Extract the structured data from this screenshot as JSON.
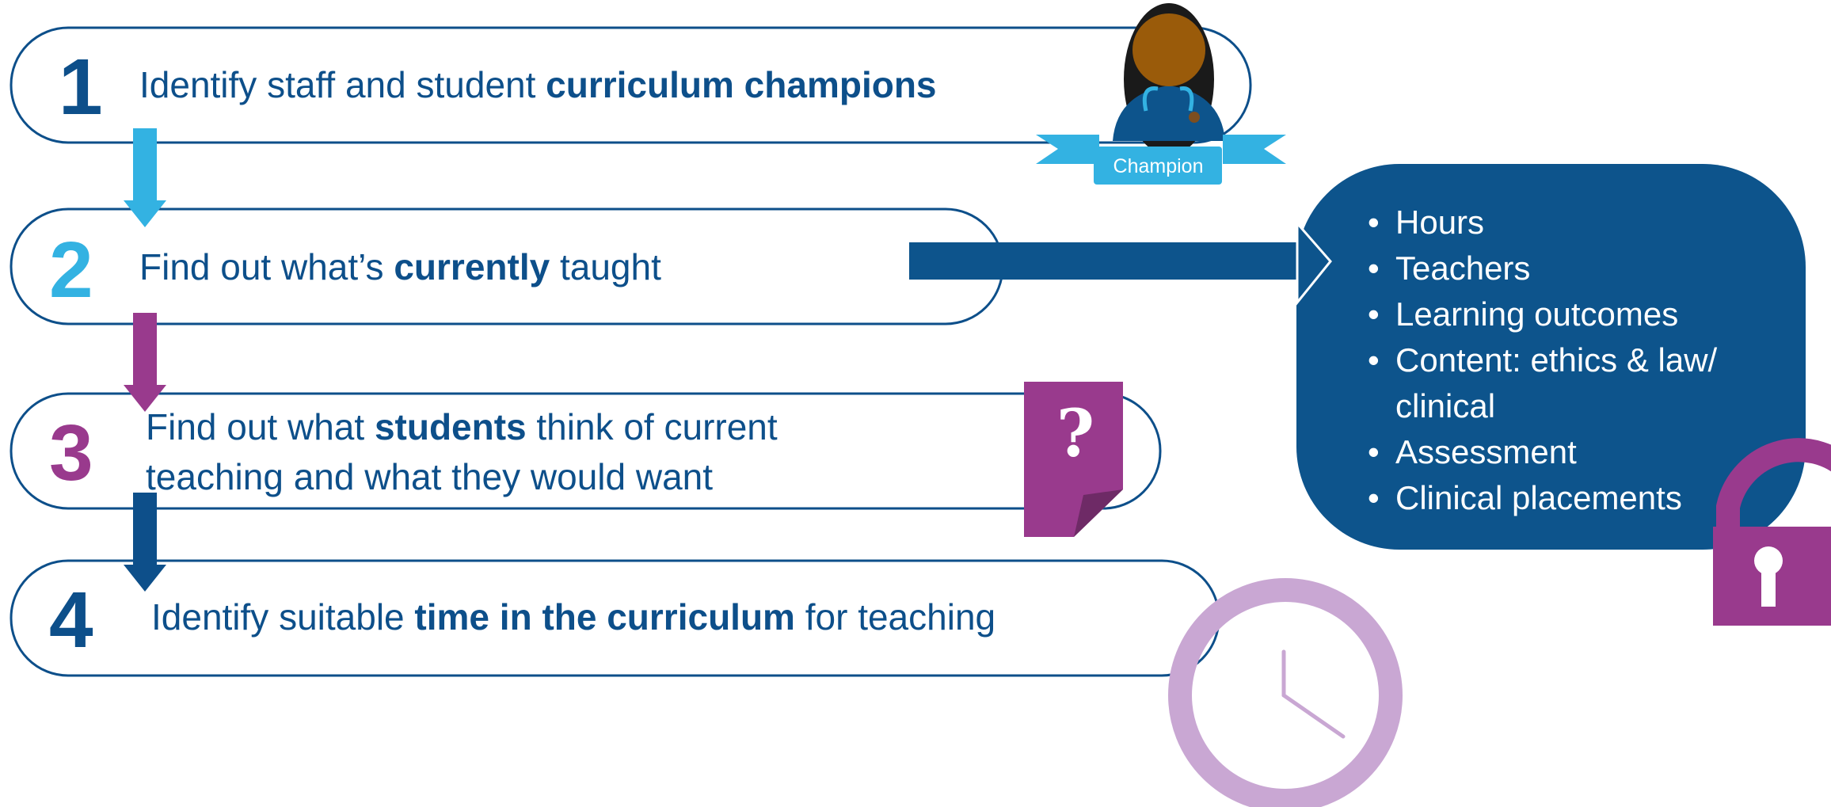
{
  "steps": [
    {
      "number": "1",
      "line1": {
        "pre": "Identify staff and student ",
        "bold": "curriculum champions",
        "post": ""
      }
    },
    {
      "number": "2",
      "line1": {
        "pre": "Find out what’s ",
        "bold": "currently",
        "post": " taught"
      }
    },
    {
      "number": "3",
      "line1": {
        "pre": "Find out what ",
        "bold": "students",
        "post": " think of current"
      },
      "line2": "teaching and what they would want"
    },
    {
      "number": "4",
      "line1": {
        "pre": "Identify suitable ",
        "bold": "time in the curriculum",
        "post": " for teaching"
      }
    }
  ],
  "champion_badge": {
    "label": "Champion"
  },
  "question_note": {
    "symbol": "?"
  },
  "info_box": {
    "items": [
      "Hours",
      "Teachers",
      "Learning outcomes",
      "Content: ethics & law/",
      "clinical",
      "Assessment",
      "Clinical placements"
    ]
  },
  "colors": {
    "navy": "#0d4f8a",
    "light_blue": "#33b2e2",
    "purple": "#993a8d",
    "lavender": "#c9a7d3",
    "box_blue": "#0d548c",
    "skin": "#9a5b0a"
  },
  "icons": [
    "champion-avatar-icon",
    "question-document-icon",
    "padlock-icon",
    "clock-icon"
  ]
}
